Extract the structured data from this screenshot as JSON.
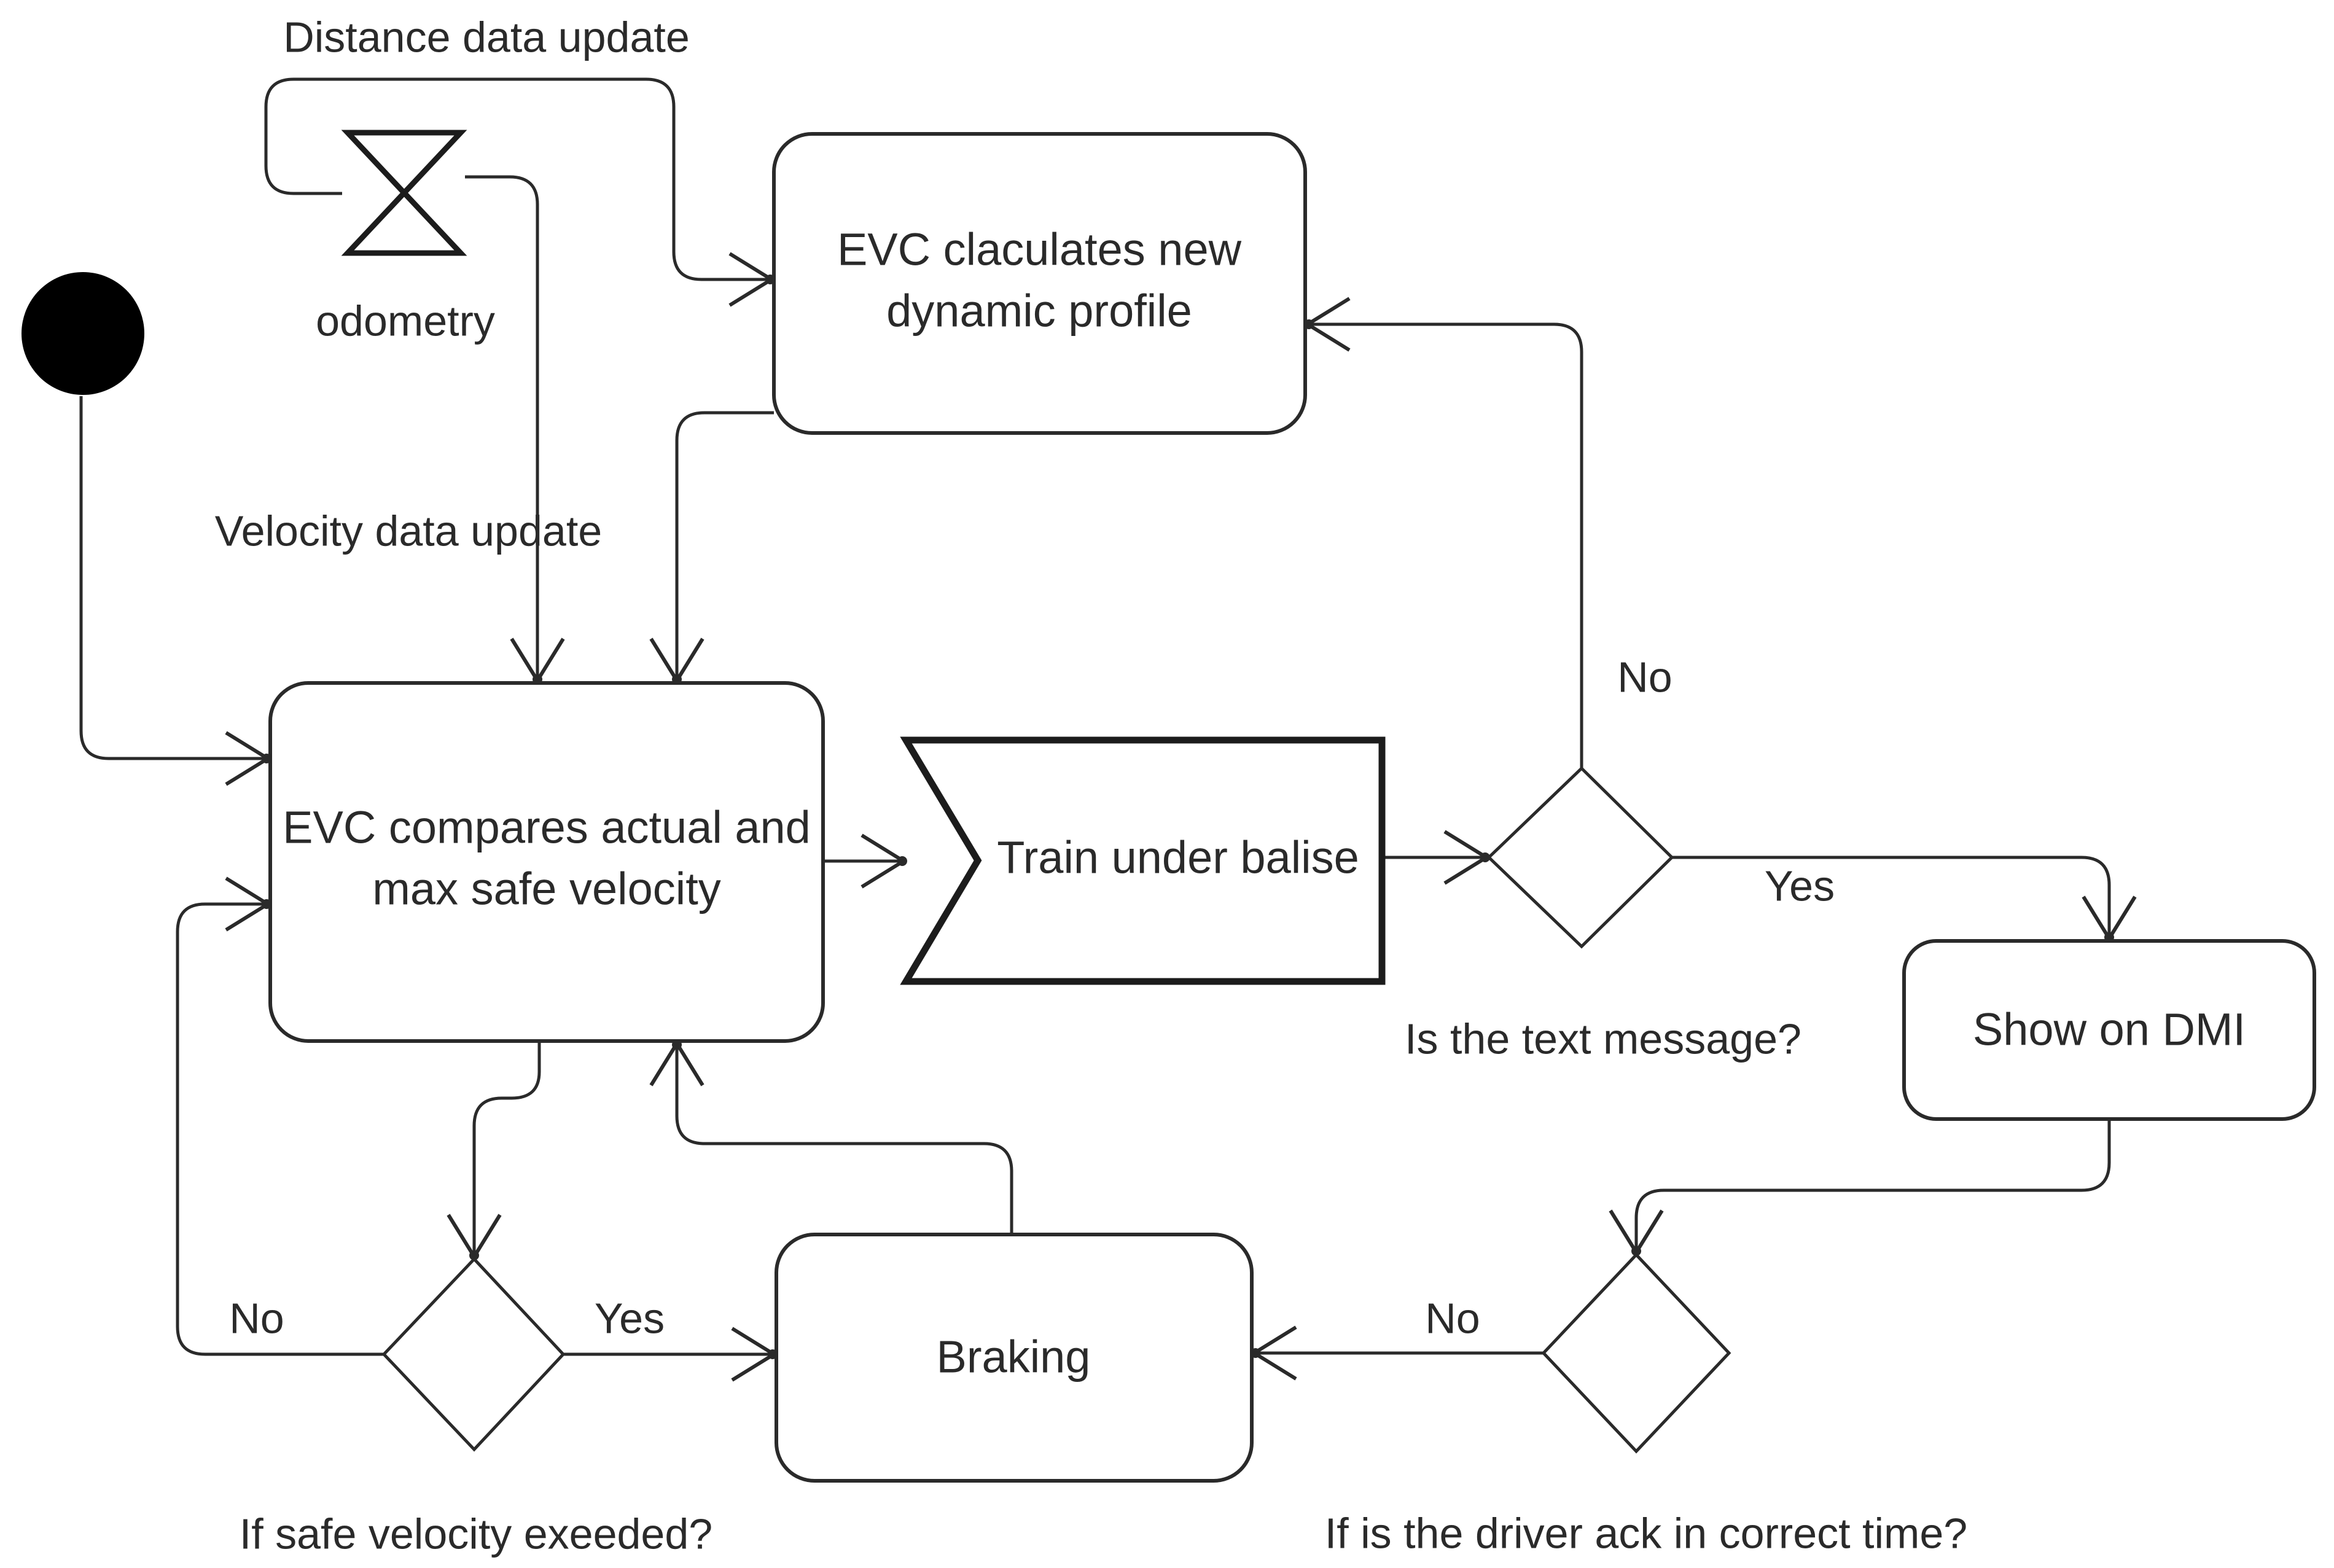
{
  "diagram_type": "uml-activity-diagram",
  "nodes": {
    "odometry": {
      "label": "odometry"
    },
    "calculates": {
      "lines": [
        "EVC claculates new",
        "dynamic profile"
      ]
    },
    "compares": {
      "lines": [
        "EVC compares actual and",
        "max safe velocity"
      ]
    },
    "balise": {
      "label": "Train under balise"
    },
    "show_dmi": {
      "label": "Show on DMI"
    },
    "braking": {
      "label": "Braking"
    }
  },
  "decisions": {
    "text_message": {
      "question": "Is the text message?",
      "no": "No",
      "yes": "Yes"
    },
    "driver_ack": {
      "question": "If is the driver ack in correct time?",
      "no": "No"
    },
    "safe_velocity": {
      "question": "If safe velocity exeeded?",
      "no": "No",
      "yes": "Yes"
    }
  },
  "edges": {
    "distance_update": {
      "label": "Distance data update"
    },
    "velocity_update": {
      "label": "Velocity data update"
    }
  },
  "colors": {
    "line": "#2a2a2a",
    "text": "#2a2a2a",
    "background": "#ffffff",
    "node_fill": "#ffffff",
    "initial_fill": "#000000"
  }
}
